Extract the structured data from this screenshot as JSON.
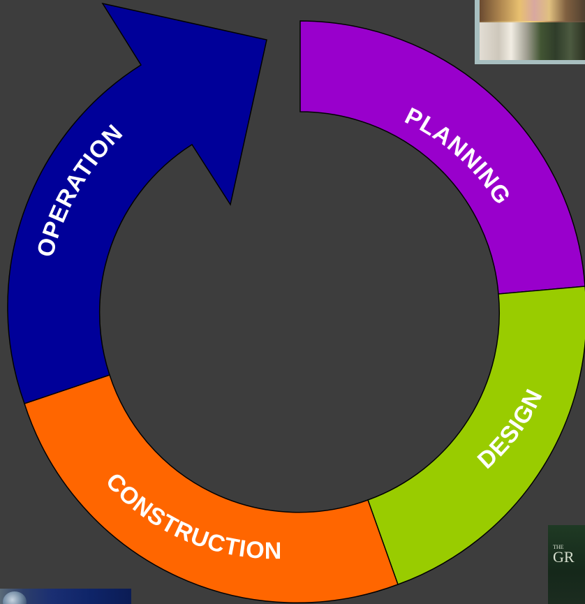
{
  "diagram": {
    "segments": [
      {
        "id": "planning",
        "label": "PLANNING",
        "color": "#9900cc"
      },
      {
        "id": "design",
        "label": "DESIGN",
        "color": "#99cc00"
      },
      {
        "id": "construction",
        "label": "CONSTRUCTION",
        "color": "#ff6600"
      },
      {
        "id": "operation",
        "label": "OPERATION",
        "color": "#000099"
      }
    ]
  },
  "background_color": "#3d3d3d",
  "decorations": {
    "bottom_right_photo_text_small": "THE",
    "bottom_right_photo_text_big": "GR"
  }
}
